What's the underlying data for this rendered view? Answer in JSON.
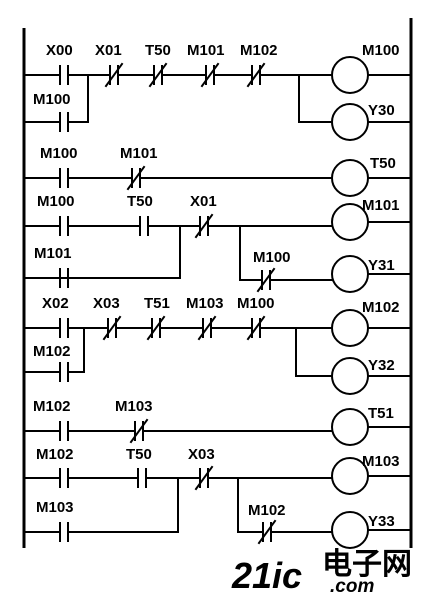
{
  "diagram": {
    "contacts": [
      {
        "label": "X00",
        "type": "NO"
      },
      {
        "label": "X01",
        "type": "NC"
      },
      {
        "label": "T50",
        "type": "NC"
      },
      {
        "label": "M101",
        "type": "NC"
      },
      {
        "label": "M102",
        "type": "NC"
      },
      {
        "label": "M100",
        "type": "NO"
      },
      {
        "label": "M100",
        "type": "NO"
      },
      {
        "label": "M101",
        "type": "NC"
      },
      {
        "label": "M100",
        "type": "NO"
      },
      {
        "label": "T50",
        "type": "NO"
      },
      {
        "label": "X01",
        "type": "NC"
      },
      {
        "label": "M101",
        "type": "NO"
      },
      {
        "label": "M100",
        "type": "NC"
      },
      {
        "label": "X02",
        "type": "NO"
      },
      {
        "label": "X03",
        "type": "NC"
      },
      {
        "label": "T51",
        "type": "NC"
      },
      {
        "label": "M103",
        "type": "NC"
      },
      {
        "label": "M100",
        "type": "NC"
      },
      {
        "label": "M102",
        "type": "NO"
      },
      {
        "label": "M102",
        "type": "NO"
      },
      {
        "label": "M103",
        "type": "NC"
      },
      {
        "label": "M102",
        "type": "NO"
      },
      {
        "label": "T50",
        "type": "NO"
      },
      {
        "label": "X03",
        "type": "NC"
      },
      {
        "label": "M103",
        "type": "NO"
      },
      {
        "label": "M102",
        "type": "NC"
      }
    ],
    "coils": [
      {
        "label": "M100"
      },
      {
        "label": "Y30"
      },
      {
        "label": "T50"
      },
      {
        "label": "M101"
      },
      {
        "label": "Y31"
      },
      {
        "label": "M102"
      },
      {
        "label": "Y32"
      },
      {
        "label": "T51"
      },
      {
        "label": "M103"
      },
      {
        "label": "Y33"
      }
    ]
  },
  "watermark": {
    "main": "21ic",
    "chinese": "电子网",
    "suffix": ".com"
  },
  "colors": {
    "line": "#000000",
    "watermark": "#e61e1e"
  }
}
